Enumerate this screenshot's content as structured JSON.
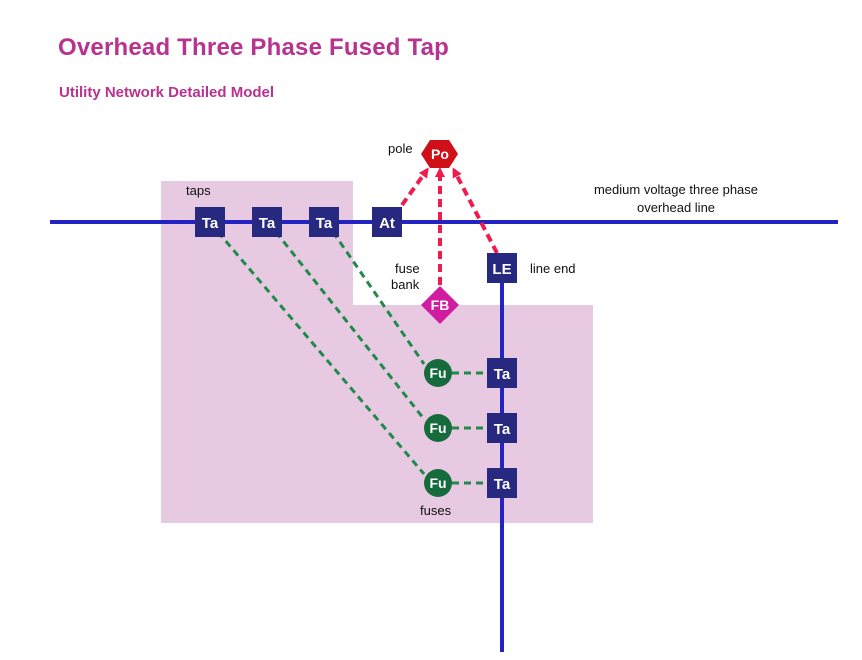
{
  "header": {
    "title": "Overhead Three Phase Fused Tap",
    "subtitle": "Utility Network Detailed Model"
  },
  "labels": {
    "pole": "pole",
    "taps": "taps",
    "mv_line_1": "medium voltage three phase",
    "mv_line_2": "overhead line",
    "fuse_bank_1": "fuse",
    "fuse_bank_2": "bank",
    "line_end": "line end",
    "fuses": "fuses"
  },
  "nodes": {
    "pole": "Po",
    "tap": "Ta",
    "attachment": "At",
    "line_end": "LE",
    "fuse_bank": "FB",
    "fuse": "Fu"
  },
  "colors": {
    "title": "#b8328f",
    "line": "#2323c4",
    "node_square": "#27287f",
    "pole": "#d01018",
    "fuse_bank": "#d21ca0",
    "fuse": "#166b3c",
    "green_dash": "#1f8a4a",
    "red_dash": "#ef1b4e",
    "highlight": "#e8c9e2"
  }
}
